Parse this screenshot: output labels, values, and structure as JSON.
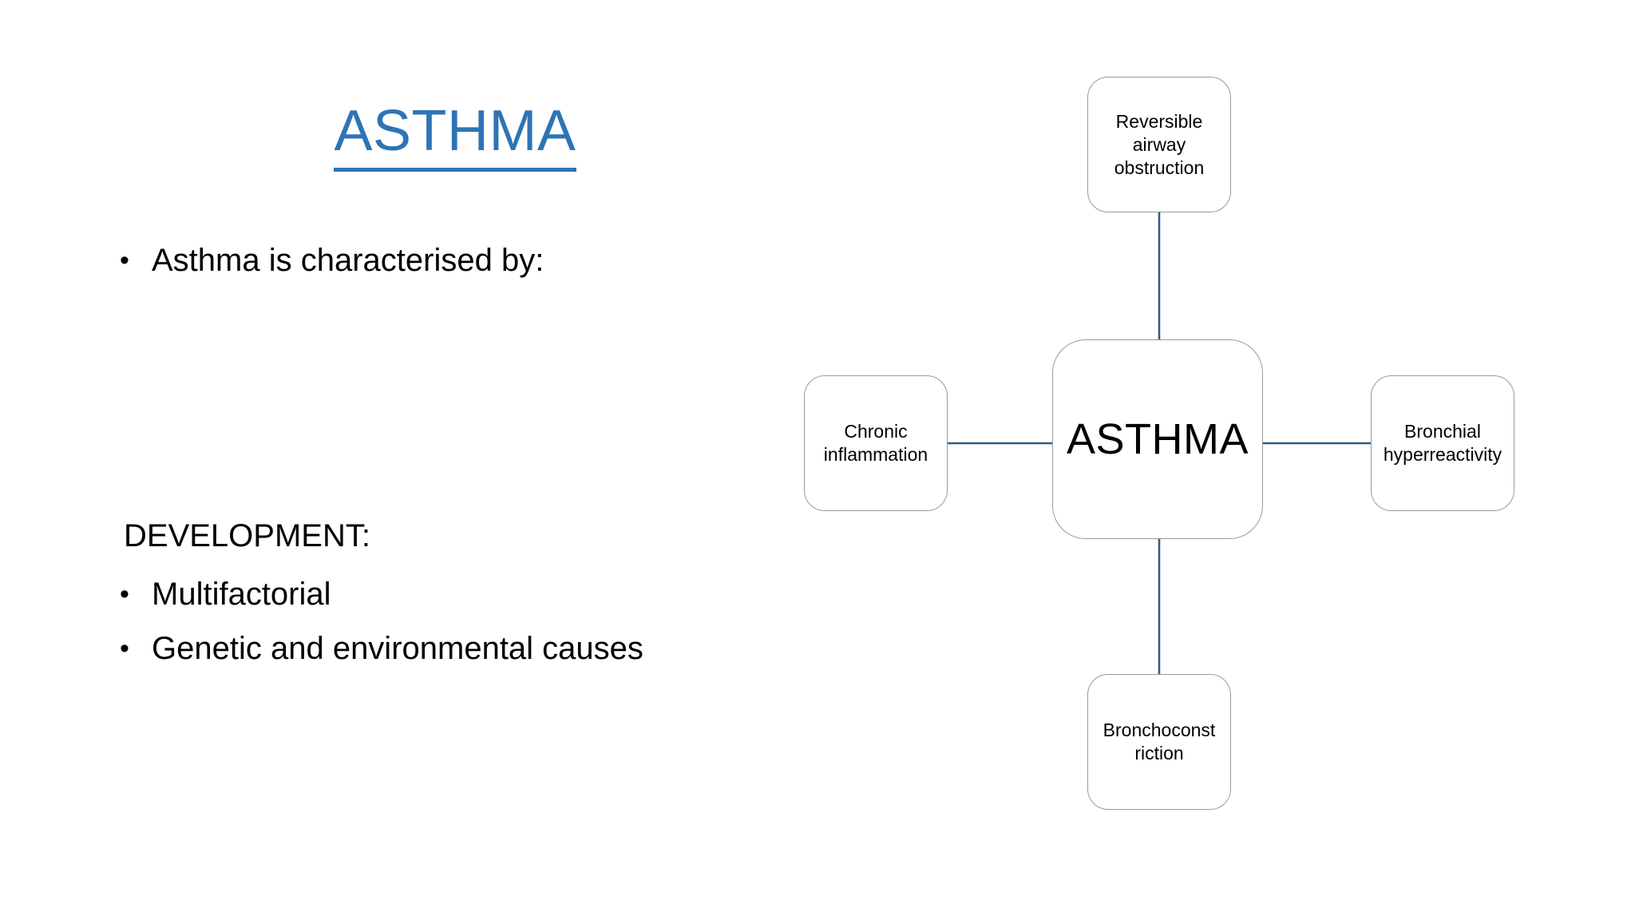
{
  "slide": {
    "title": "ASTHMA",
    "background_color": "#FFFFFF",
    "title_color": "#2E74B5"
  },
  "content": {
    "lead_bullet": {
      "marker": "•",
      "text": "Asthma is characterised by:"
    },
    "section_heading": "DEVELOPMENT:",
    "bullets": [
      {
        "marker": "•",
        "text": "Multifactorial"
      },
      {
        "marker": "•",
        "text": "Genetic and environmental causes"
      }
    ]
  },
  "diagram": {
    "type": "radial-hub-and-spoke",
    "center": {
      "label": "ASTHMA"
    },
    "nodes": [
      {
        "position": "top",
        "label": "Reversible airway obstruction"
      },
      {
        "position": "left",
        "label": "Chronic inflammation"
      },
      {
        "position": "right",
        "label": "Bronchial hyperreactivity"
      },
      {
        "position": "bottom",
        "label": "Bronchoconst riction"
      }
    ],
    "colors": {
      "node_border": "#9A9A9A",
      "node_fill": "#FFFFFF",
      "connector": "#2E5C8A"
    }
  }
}
